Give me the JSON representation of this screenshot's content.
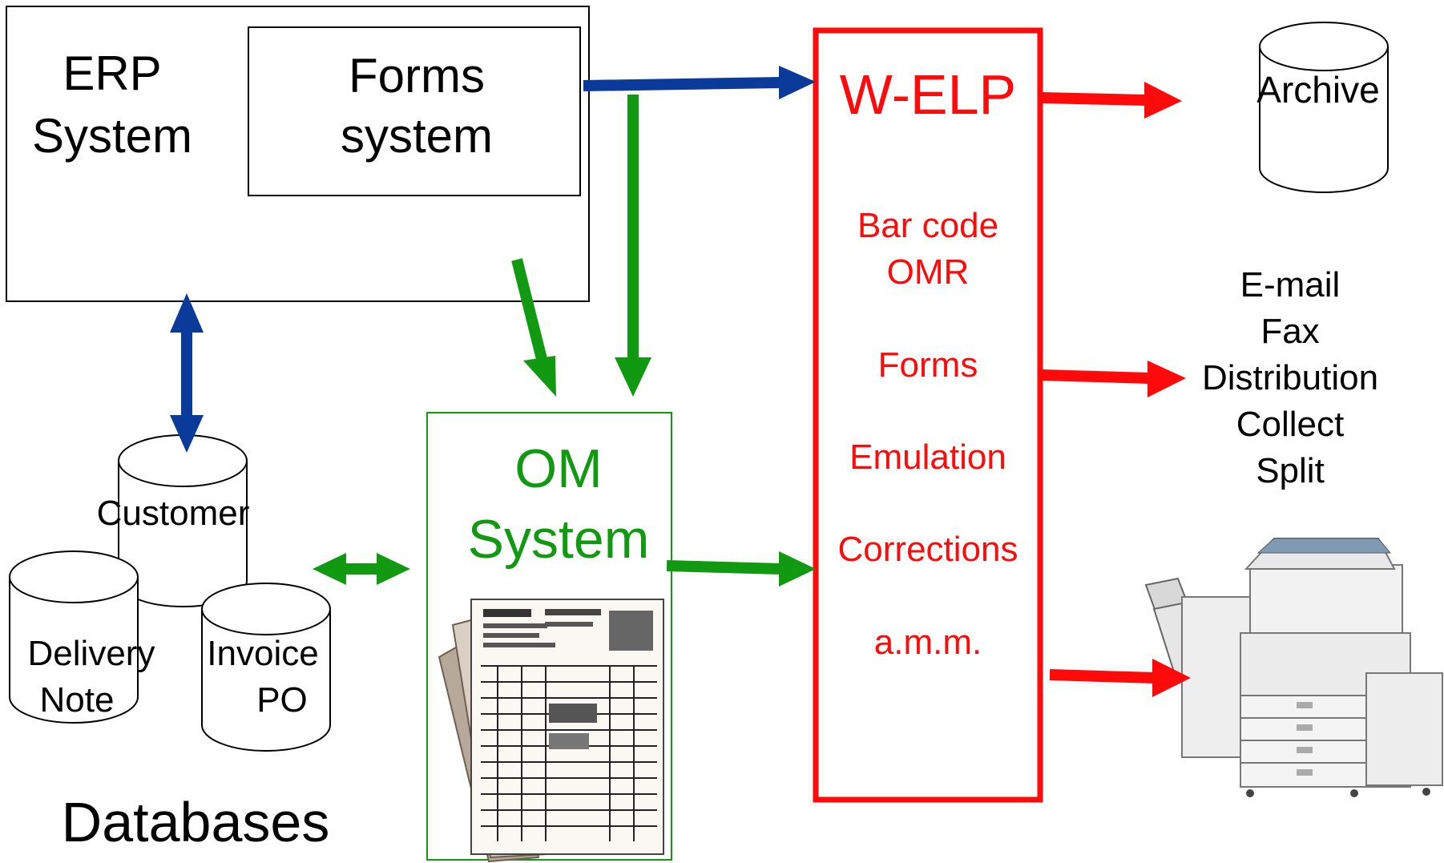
{
  "erp": {
    "line1": "ERP",
    "line2": "System"
  },
  "forms": {
    "line1": "Forms",
    "line2": "system"
  },
  "welp": {
    "title": "W-ELP",
    "items": [
      "Bar code",
      "OMR",
      "Forms",
      "Emulation",
      "Corrections",
      "a.m.m."
    ]
  },
  "archive": {
    "label": "Archive"
  },
  "outputs": [
    "E-mail",
    "Fax",
    "Distribution",
    "Collect",
    "Split"
  ],
  "om": {
    "line1": "OM",
    "line2": "System"
  },
  "databases": {
    "customer": "Customer",
    "delivery_line1": "Delivery",
    "delivery_line2": "Note",
    "invoice_line1": "Invoice",
    "invoice_line2": "PO",
    "caption": "Databases"
  },
  "colors": {
    "blue": "#0a3a9a",
    "green": "#119911",
    "red": "#ff0a0a",
    "black": "#000000"
  }
}
